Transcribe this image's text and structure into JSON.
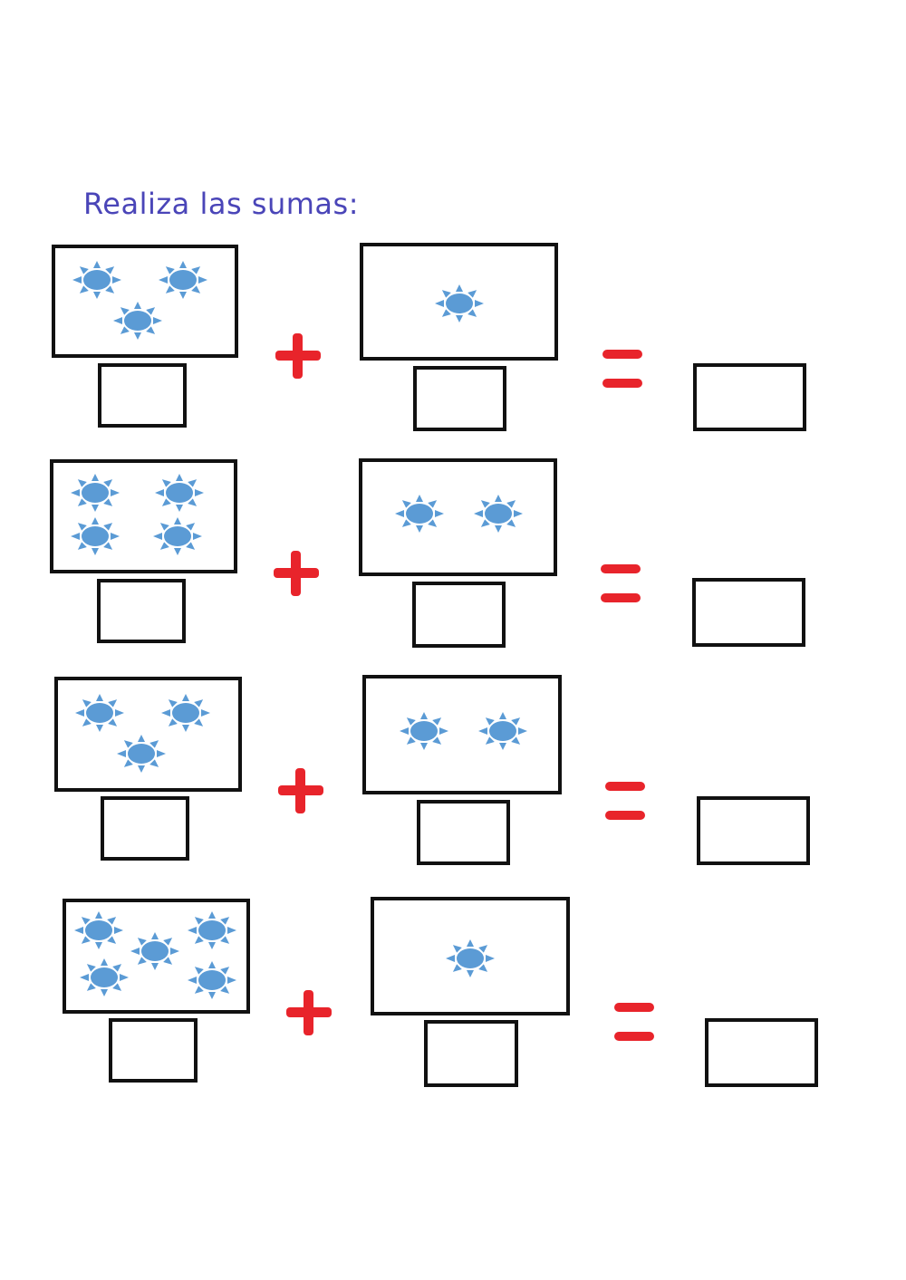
{
  "title": "Realiza las sumas:",
  "colors": {
    "title": "#4a45b8",
    "sun": "#5b9bd5",
    "operator": "#e8242b",
    "border": "#111111"
  },
  "icons": {
    "counter": "sun-icon",
    "plus": "plus-sign-icon",
    "equals": "equals-sign-icon"
  },
  "problems": [
    {
      "left_count": 3,
      "right_count": 1,
      "left_answer": "",
      "right_answer": "",
      "sum_answer": ""
    },
    {
      "left_count": 4,
      "right_count": 2,
      "left_answer": "",
      "right_answer": "",
      "sum_answer": ""
    },
    {
      "left_count": 3,
      "right_count": 2,
      "left_answer": "",
      "right_answer": "",
      "sum_answer": ""
    },
    {
      "left_count": 5,
      "right_count": 1,
      "left_answer": "",
      "right_answer": "",
      "sum_answer": ""
    }
  ]
}
